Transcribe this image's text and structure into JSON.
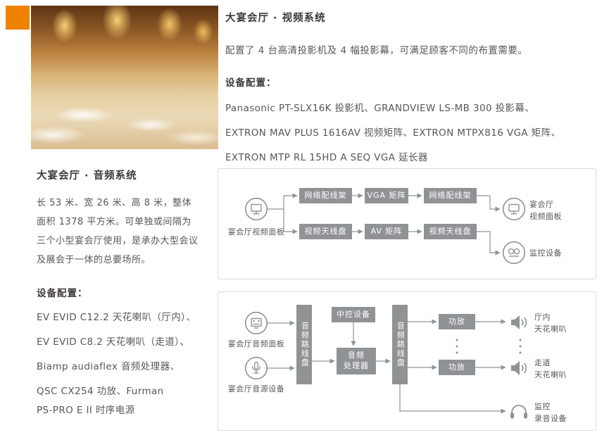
{
  "colors": {
    "accent": "#ef8200",
    "node_gray": "#8f9396",
    "heading_text": "#3e3a39",
    "body_text": "#595757"
  },
  "icons": {
    "video_panel": "video-panel-icon",
    "audio_panel": "audio-panel-icon",
    "microphone": "microphone-icon",
    "monitor_device": "monitor-reel-icon",
    "speaker": "speaker-icon",
    "headphones": "headphones-icon"
  },
  "video_section": {
    "title": "大宴会厅 · 视频系统",
    "description": "配置了 4 台高清投影机及 4 幅投影幕，可满足顾客不同的布置需要。",
    "device_heading": "设备配置：",
    "device_lines": [
      "Panasonic PT-SLX16K 投影机、GRANDVIEW LS-MB 300 投影幕、",
      "EXTRON MAV PLUS 1616AV 视频矩阵、EXTRON MTPX816 VGA 矩阵、",
      "EXTRON MTP RL 15HD A SEQ VGA 延长器"
    ]
  },
  "audio_section": {
    "title": "大宴会厅 · 音频系统",
    "description": "长 53 米、宽 26 米、高 8 米，整体面积 1378 平方米。可单独或间隔为三个小型宴会厅使用，是承办大型会议及展会于一体的总要场所。",
    "device_heading": "设备配置：",
    "device_lines": [
      "EV EVID C12.2 天花喇叭（厅内）、",
      "EV EVID C8.2 天花喇叭（走道）、",
      "Biamp audiaflex 音频处理器、",
      "QSC CX254 功放、Furman",
      "PS-PRO E II 时序电源"
    ]
  },
  "video_diagram": {
    "source_label": "宴会厅视频面板",
    "row1": [
      "网络配线架",
      "VGA 矩阵",
      "网络配线架"
    ],
    "row2": [
      "视频天线盘",
      "AV 矩阵",
      "视频天线盘"
    ],
    "output_panel": "宴会厅\n视频面板",
    "output_monitor": "监控设备"
  },
  "audio_diagram": {
    "input1_label": "宴会厅音频面板",
    "input2_label": "宴会厅音源设备",
    "jumper1": "音频跳线盘",
    "control": "中控设备",
    "processor": "音频\n处理器",
    "jumper2": "音频跳线盘",
    "amp1": "功放",
    "amp2": "功放",
    "output1": "厅内\n天花喇叭",
    "output2": "走道\n天花喇叭",
    "output3": "监控\n录音设备"
  }
}
